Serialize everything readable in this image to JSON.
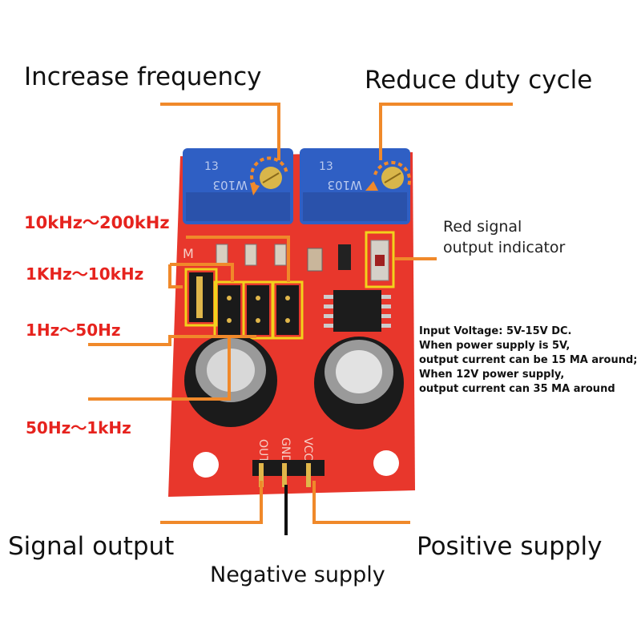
{
  "labels": {
    "increase_frequency": "Increase frequency",
    "reduce_duty_cycle": "Reduce duty cycle",
    "range_10k_200k": "10kHz～200kHz",
    "range_1k_10k": "1KHz～10kHz",
    "range_1_50": "1Hz～50Hz",
    "range_50_1k": "50Hz～1kHz",
    "indicator_line1": "Red signal",
    "indicator_line2": "output indicator",
    "signal_output": "Signal output",
    "positive_supply": "Positive supply",
    "negative_supply": "Negative supply"
  },
  "spec_lines": [
    "Input Voltage: 5V-15V DC.",
    "When power supply is 5V,",
    "output current can be 15 MA around;",
    "When 12V power supply,",
    "output current can 35 MA around"
  ],
  "board": {
    "pot_label_number": "13",
    "pot_label_code": "W103",
    "silk_out": "OUT",
    "silk_gnd": "GND",
    "silk_vcc": "VCC",
    "silk_mode": "M"
  },
  "colors": {
    "pcb": "#e8372c",
    "callout": "#f0892a",
    "range_text": "#e6231e",
    "highlight_box": "#f2d21c",
    "pot_blue": "#2f5fc4"
  }
}
